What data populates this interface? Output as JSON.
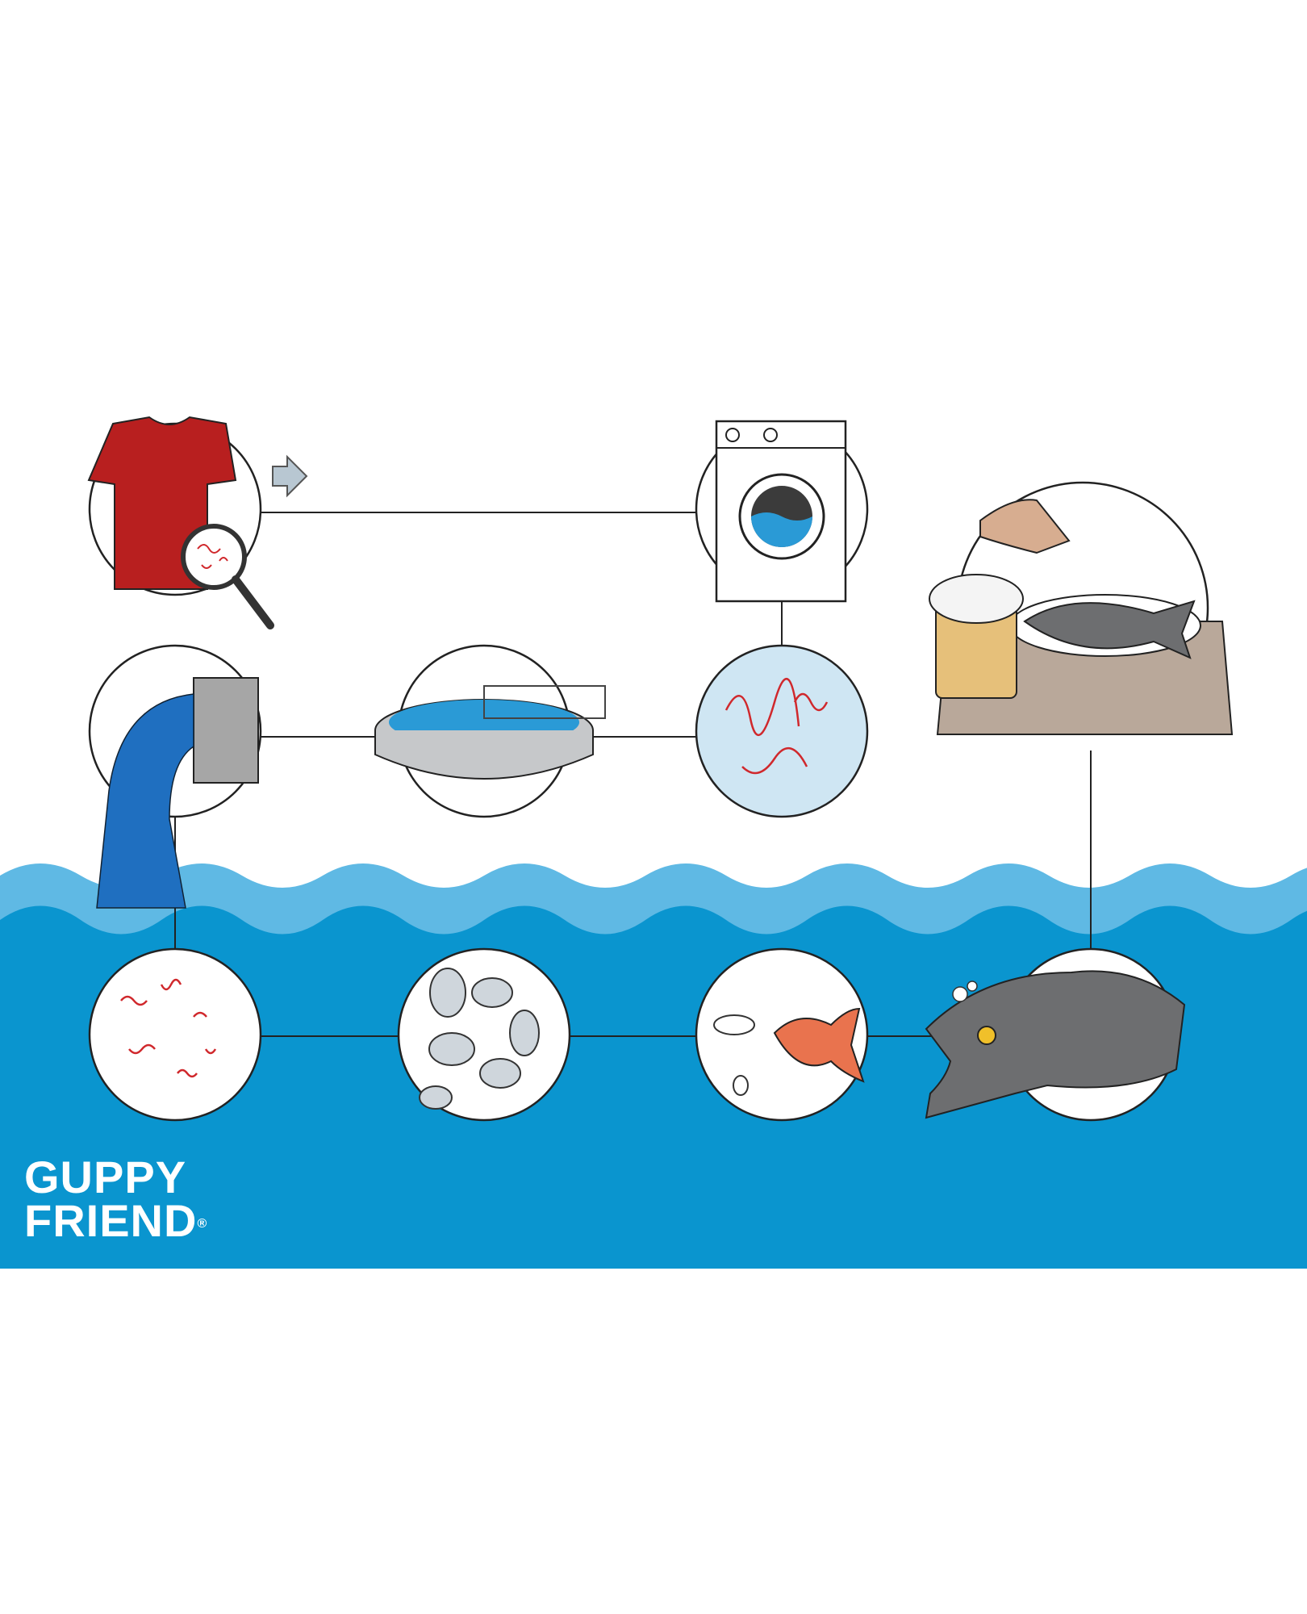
{
  "brand": {
    "line1": "GUPPY",
    "line2": "FRIEND",
    "mark": "®"
  },
  "colors": {
    "water_dark": "#0a95cf",
    "water_light": "#5fb9e4",
    "shirt": "#b81f1f",
    "fiber": "#d0282c",
    "fish": "#6d6e70",
    "goldfish": "#e9734e"
  },
  "stages": [
    {
      "id": "shirt",
      "icon": "tshirt-magnifier-icon"
    },
    {
      "id": "washing-machine",
      "icon": "washing-machine-icon"
    },
    {
      "id": "wastewater-fibers",
      "icon": "microfiber-water-icon"
    },
    {
      "id": "treatment-plant",
      "icon": "treatment-tank-icon"
    },
    {
      "id": "outflow-pipe",
      "icon": "pipe-outflow-icon"
    },
    {
      "id": "fibers-in-sea",
      "icon": "microfiber-icon"
    },
    {
      "id": "plankton",
      "icon": "plankton-icon"
    },
    {
      "id": "small-fish",
      "icon": "goldfish-icon"
    },
    {
      "id": "big-fish",
      "icon": "fish-icon"
    },
    {
      "id": "dinner-plate",
      "icon": "fish-dinner-icon"
    }
  ]
}
